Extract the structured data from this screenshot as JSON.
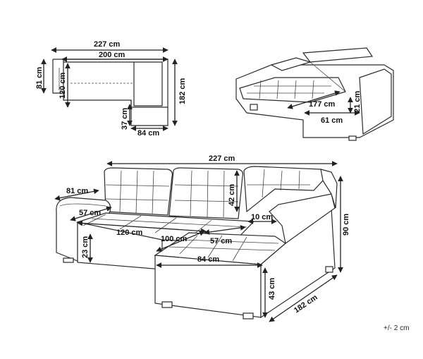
{
  "top_view": {
    "overall_width": "227 cm",
    "seat_width": "200 cm",
    "depth": "81 cm",
    "seat_depth": "120 cm",
    "chaise_length": "182 cm",
    "armrest": "37 cm",
    "chaise_width": "84 cm"
  },
  "bed_view": {
    "bed_length": "177 cm",
    "storage_width": "61 cm",
    "storage_height": "21 cm"
  },
  "main_view": {
    "overall_width": "227 cm",
    "depth": "81 cm",
    "backrest_height": "42 cm",
    "seat_depth": "57 cm",
    "seat_width": "120 cm",
    "cushion": "10 cm",
    "chaise_inner": "100 cm",
    "chaise_seat_depth": "57 cm",
    "seat_height": "23 cm",
    "chaise_width": "84 cm",
    "chaise_height": "43 cm",
    "chaise_length": "182 cm",
    "total_height": "90 cm"
  },
  "tolerance": "+/- 2 cm"
}
